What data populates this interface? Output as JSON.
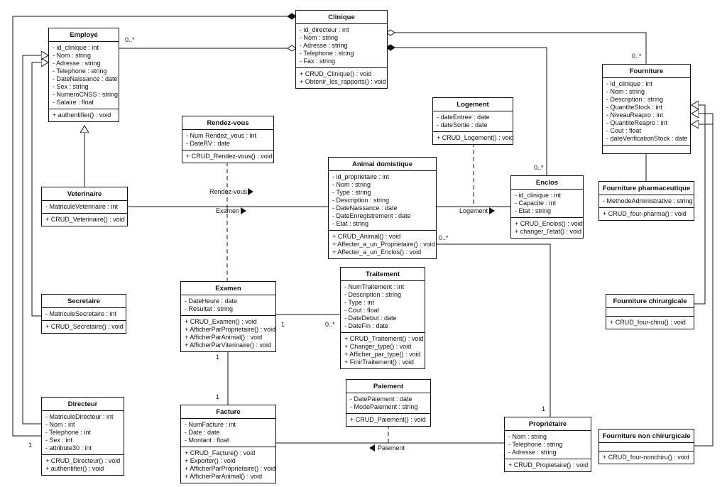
{
  "classes": {
    "clinique": {
      "title": "Clinique",
      "attributes": [
        "- id_directeur : int",
        "- Nom : string",
        "- Adresse : string",
        "- Telephone : string",
        "- Fax : string"
      ],
      "methods": [
        "+ CRUD_Clinique() : void",
        "+ Obtenir_les_rapports() : void"
      ]
    },
    "employe": {
      "title": "Employé",
      "attributes": [
        "- id_clinique : int",
        "- Nom : string",
        "- Adresse : string",
        "- Telephone : string",
        "- DateNaissance : date",
        "- Sex : string",
        "- NumeroCNSS : string",
        "- Salaire : float"
      ],
      "methods": [
        "+ authentifier() : void"
      ]
    },
    "fourniture": {
      "title": "Fourniture",
      "attributes": [
        "- id_clinique : int",
        "- Nom : string",
        "- Description : string",
        "- QuantiteStock : int",
        "- NiveauReapro : int",
        "- QuantiteReapro : int",
        "- Cout : float",
        "- dateVerificationStock : date"
      ],
      "methods": []
    },
    "logement": {
      "title": "Logement",
      "attributes": [
        "- dateEntree : date",
        "- dateSortie : date"
      ],
      "methods": [
        "+ CRUD_Logement() : void"
      ]
    },
    "rendezvous": {
      "title": "Rendez-vous",
      "attributes": [
        "- Num Rendez_vous : int",
        "- DateRV : date"
      ],
      "methods": [
        "+ CRUD_Rendez-vous() : void"
      ]
    },
    "animal": {
      "title": "Animal domistique",
      "attributes": [
        "- id_proprietaire : int",
        "- Nom : string",
        "- Type : string",
        "- Description : string",
        "- DateNaissance : date",
        "- DateEnregistrement : date",
        "- Etat : string"
      ],
      "methods": [
        "+ CRUD_Animal() : void",
        "+ Affecter_a_un_Proprietaire() : void",
        "+ Affecter_a_un_Enclos() : void"
      ]
    },
    "enclos": {
      "title": "Enclos",
      "attributes": [
        "- id_clinique : int",
        "- Capacite : int",
        "- Etat : string"
      ],
      "methods": [
        "+ CRUD_Enclos() : void",
        "+ changer_l'etat() : void"
      ]
    },
    "fourniture_pharma": {
      "title": "Fourniture pharmaceutique",
      "attributes": [
        "- MethodeAdministrative : string"
      ],
      "methods": [
        "+ CRUD_four-pharma() : void"
      ]
    },
    "veterinaire": {
      "title": "Veterinaire",
      "attributes": [
        "- MatriculeVeterinaire : int"
      ],
      "methods": [
        "+ CRUD_Veterinaire() : void"
      ]
    },
    "traitement": {
      "title": "Traitement",
      "attributes": [
        "- NumTraitement : int",
        "- Description : string",
        "- Type : int",
        "- Cout : float",
        "- DateDebut : date",
        "- DateFin : date"
      ],
      "methods": [
        "+ CRUD_Traitement() : void",
        "+ Changer_type() : void",
        "+ Afficher_par_type() : void",
        "+ FinirTraitement() : void"
      ]
    },
    "examen": {
      "title": "Examen",
      "attributes": [
        "- DateHeure : date",
        "- Resultat : string"
      ],
      "methods": [
        "+ CRUD_Examen() : void",
        "+ AfficherParProprietaire() : void",
        "+ AfficherParAnimal() : void",
        "+ AfficherParViterinaire() : void"
      ]
    },
    "secretaire": {
      "title": "Secretaire",
      "attributes": [
        "- MatriculeSecretaire : int"
      ],
      "methods": [
        "+ CRUD_Secretaire() : void"
      ]
    },
    "fourniture_chir": {
      "title": "Fourniture chirurgicale",
      "attributes": [],
      "methods": [
        "+ CRUD_four-chiru() : void"
      ]
    },
    "paiement": {
      "title": "Paiement",
      "attributes": [
        "- DatePaiement : date",
        "- ModePaiement : string"
      ],
      "methods": [
        "+ CRUD_Paiement() : void"
      ]
    },
    "directeur": {
      "title": "Directeur",
      "attributes": [
        "- MatriculeDirecteur : int",
        "- Nom : int",
        "- Telephone : int",
        "- Sex : int",
        "- attribute30 : int"
      ],
      "methods": [
        "+ CRUD_Directeur() : void",
        "+ authentifier() : void"
      ]
    },
    "facture": {
      "title": "Facture",
      "attributes": [
        "- NumFacture : int",
        "- Date : date",
        "- Montant : float"
      ],
      "methods": [
        "+ CRUD_Facture() : void",
        "+ Exporter() : void",
        "+ AfficherParProprietaire() : void",
        "+ AfficherParAnimal() : void"
      ]
    },
    "proprietaire": {
      "title": "Propriétaire",
      "attributes": [
        "- Nom : string",
        "- Telephone : string",
        "- Adresse : string"
      ],
      "methods": [
        "+ CRUD_Propietaire() : void"
      ]
    },
    "fourniture_nonchir": {
      "title": "Fourniture non chirurgicale",
      "attributes": [],
      "methods": [
        "+ CRUD_four-nonchiru() : void"
      ]
    }
  },
  "labels": {
    "mult_employe": "0..*",
    "mult_fourniture": "0..*",
    "mult_enclos": "0..*",
    "mult_animal_prop": "0..*",
    "mult_examen_1": "1",
    "mult_traitement": "0..*",
    "mult_examen_facture": "1",
    "mult_facture": "1",
    "mult_proprietaire": "1",
    "mult_directeur": "1",
    "assoc_rendezvous": "Rendez-vous",
    "assoc_examen": "Examen",
    "assoc_logement": "Logement",
    "assoc_paiement": "Paiement"
  }
}
